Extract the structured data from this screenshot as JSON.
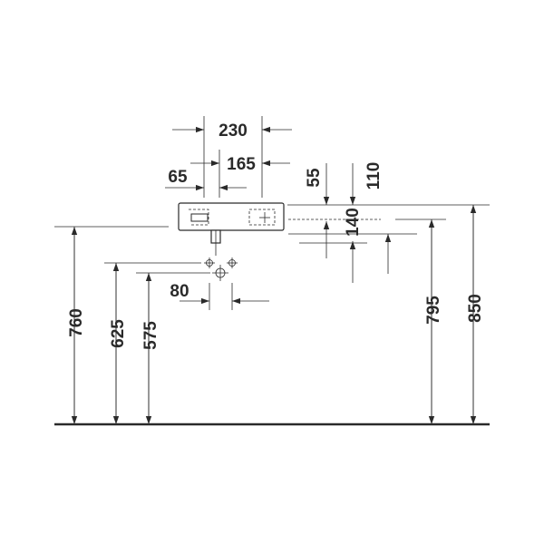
{
  "dimensions": {
    "width_total": "230",
    "tap_offset": "165",
    "waste_offset": "65",
    "rim_top_offset": "55",
    "rim_to_waste": "110",
    "basin_depth": "140",
    "trap_spacing": "80",
    "waste_height": "760",
    "supply_height": "625",
    "trap_height": "575",
    "underside_height": "795",
    "rim_height": "850"
  },
  "colors": {
    "line": "#2a2a2a",
    "background": "#ffffff"
  }
}
